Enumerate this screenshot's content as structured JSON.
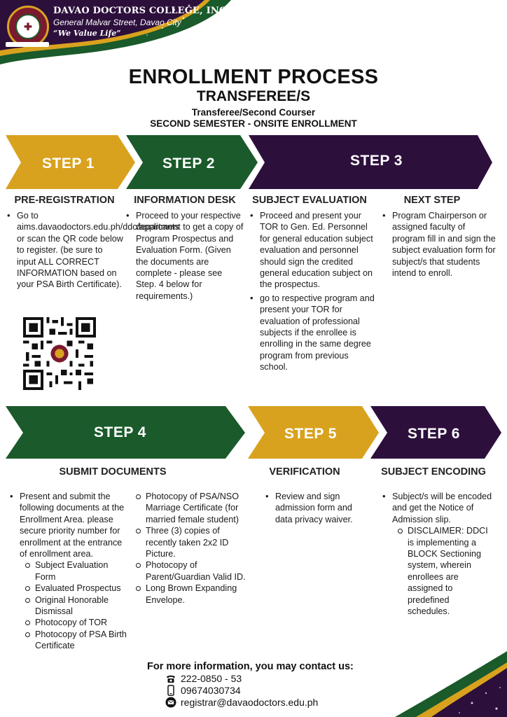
{
  "header": {
    "school_name": "DAVAO DOCTORS COLLEGE, INC.",
    "address": "General Malvar Street, Davao City",
    "motto": "“We Value Life”"
  },
  "titles": {
    "main": "ENROLLMENT PROCESS",
    "sub": "TRANSFEREE/S",
    "category": "Transferee/Second Courser",
    "semester": "SECOND SEMESTER - ONSITE ENROLLMENT"
  },
  "colors": {
    "gold": "#d9a21e",
    "green": "#1b5a2b",
    "purple": "#2d0f3c"
  },
  "steps": [
    {
      "label": "STEP 1",
      "heading": "PRE-REGISTRATION",
      "bullets": [
        "Go to aims.davaodoctors.edu.ph/ddc/applicants or scan the QR code below to register. (be sure to input ALL CORRECT INFORMATION based on your PSA Birth Certificate)."
      ]
    },
    {
      "label": "STEP 2",
      "heading": "INFORMATION DESK",
      "bullets": [
        "Proceed to your respective department to get a copy of Program Prospectus and Evaluation Form. (Given the documents are complete - please see Step. 4 below for requirements.)"
      ]
    },
    {
      "label": "STEP 3",
      "heading": "SUBJECT EVALUATION",
      "bullets": [
        "Proceed and present your TOR to Gen. Ed. Personnel for general education subject evaluation and personnel should sign the credited general education subject on the prospectus.",
        "go to respective program and present your TOR for evaluation of professional subjects if the enrollee is enrolling in the same degree program from previous school."
      ]
    },
    {
      "label": "",
      "heading": "NEXT STEP",
      "bullets": [
        "Program Chairperson or assigned faculty of program fill in and sign the subject evaluation form for subject/s  that students intend to enroll."
      ]
    },
    {
      "label": "STEP 4",
      "heading": "SUBMIT DOCUMENTS",
      "bullets": [
        "Present and submit the following documents at the Enrollment Area. please secure priority number for enrollment at the entrance of enrollment area."
      ],
      "documents_left": [
        "Subject Evaluation Form",
        "Evaluated Prospectus",
        "Original Honorable Dismissal",
        "Photocopy of TOR",
        "Photocopy of PSA Birth Certificate"
      ],
      "documents_right": [
        "Photocopy of PSA/NSO Marriage Certificate (for married female student)",
        "Three (3) copies of recently taken 2x2 ID Picture.",
        "Photocopy of Parent/Guardian Valid ID.",
        "Long Brown Expanding Envelope."
      ]
    },
    {
      "label": "STEP 5",
      "heading": "VERIFICATION",
      "bullets": [
        "Review and sign admission form and data privacy waiver."
      ]
    },
    {
      "label": "STEP 6",
      "heading": "SUBJECT ENCODING",
      "bullets": [
        "Subject/s will be encoded and get the Notice of Admission slip."
      ],
      "sub_bullets": [
        "DISCLAIMER: DDCI is implementing a BLOCK Sectioning system, wherein enrollees are assigned to predefined schedules."
      ]
    }
  ],
  "contact": {
    "title": "For more information, you may contact us:",
    "phone": "222-0850 - 53",
    "mobile": "09674030734",
    "email": "registrar@davaodoctors.edu.ph",
    "icons": [
      "telephone-icon",
      "mobile-phone-icon",
      "email-icon"
    ]
  }
}
